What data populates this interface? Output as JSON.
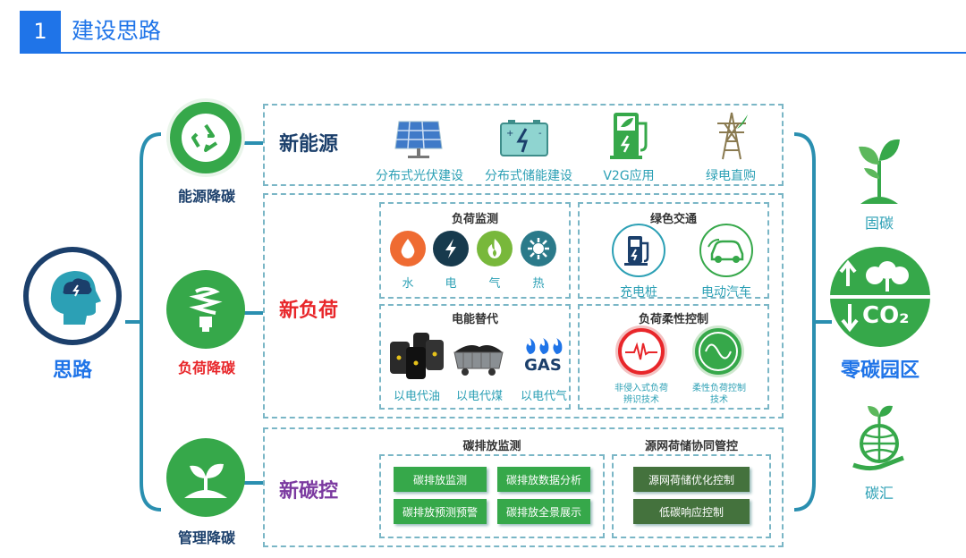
{
  "header": {
    "number": "1",
    "title": "建设思路"
  },
  "left": {
    "thinking": "思路",
    "items": [
      "能源降碳",
      "负荷降碳",
      "管理降碳"
    ]
  },
  "new_energy": {
    "title": "新能源",
    "items": [
      "分布式光伏建设",
      "分布式储能建设",
      "V2G应用",
      "绿电直购"
    ]
  },
  "new_load": {
    "title": "新负荷",
    "monitor": {
      "title": "负荷监测",
      "items": [
        "水",
        "电",
        "气",
        "热"
      ]
    },
    "green_traffic": {
      "title": "绿色交通",
      "items": [
        "充电桩",
        "电动汽车"
      ]
    },
    "substitution": {
      "title": "电能替代",
      "items": [
        "以电代油",
        "以电代煤",
        "以电代气"
      ],
      "gas_text": "GAS"
    },
    "flex_control": {
      "title": "负荷柔性控制",
      "items": [
        "非侵入式负荷辨识技术",
        "柔性负荷控制技术"
      ]
    }
  },
  "new_carbon": {
    "title": "新碳控",
    "emission": {
      "title": "碳排放监测",
      "buttons": [
        "碳排放监测",
        "碳排放数据分析",
        "碳排放预测预警",
        "碳排放全景展示"
      ]
    },
    "coord": {
      "title": "源网荷储协同管控",
      "buttons": [
        "源网荷储优化控制",
        "低碳响应控制"
      ]
    }
  },
  "right": {
    "fix": "固碳",
    "zero": "零碳园区",
    "co2": "CO₂",
    "sink": "碳汇"
  },
  "colors": {
    "blue": "#1f74e8",
    "teal": "#2ca0b5",
    "green": "#36a84a",
    "red": "#e8262a",
    "purple": "#7b3aa0",
    "navy": "#1b3f6b"
  }
}
